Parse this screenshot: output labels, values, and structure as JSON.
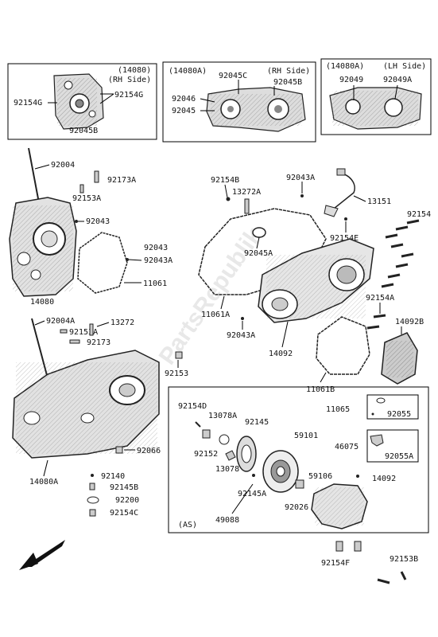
{
  "watermark": "PartsRepublik",
  "boxes": {
    "box1": {
      "ref": "(14080)",
      "side": "(RH Side)"
    },
    "box2": {
      "ref": "(14080A)",
      "side": "(RH Side)"
    },
    "box3": {
      "ref": "(14080A)",
      "side": "(LH Side)"
    },
    "as_box": {
      "tag": "(AS)"
    }
  },
  "labels": {
    "b1_92154G_left": "92154G",
    "b1_92154G_right": "92154G",
    "b1_92045B": "92045B",
    "b2_92045C": "92045C",
    "b2_92045B": "92045B",
    "b2_92046": "92046",
    "b2_92045": "92045",
    "b3_92049": "92049",
    "b3_92049A": "92049A",
    "l_92004": "92004",
    "l_92173A": "92173A",
    "l_92153A": "92153A",
    "l_92043": "92043",
    "l_92043b": "92043",
    "l_92043A": "92043A",
    "l_11061": "11061",
    "l_14080": "14080",
    "m_92154B": "92154B",
    "m_13272A": "13272A",
    "m_92043A_top": "92043A",
    "m_13151": "13151",
    "m_92154": "92154",
    "m_92154E": "92154E",
    "m_92045A": "92045A",
    "m_11061A": "11061A",
    "m_92043A": "92043A",
    "m_14092": "14092",
    "m_92154A": "92154A",
    "m_14092B": "14092B",
    "m_11061B": "11061B",
    "l_92004A": "92004A",
    "l_92153A_2": "92153A",
    "l_13272": "13272",
    "l_92173": "92173",
    "l_92153": "92153",
    "l_92066": "92066",
    "l_14080A": "14080A",
    "l_92140": "92140",
    "l_92145B": "92145B",
    "l_92200": "92200",
    "l_92154C": "92154C",
    "as_92154D": "92154D",
    "as_13078A": "13078A",
    "as_92145": "92145",
    "as_59101": "59101",
    "as_11065": "11065",
    "as_92055": "92055",
    "as_46075": "46075",
    "as_92152": "92152",
    "as_13078": "13078",
    "as_92055A": "92055A",
    "as_59106": "59106",
    "as_14092": "14092",
    "as_92145A": "92145A",
    "as_92026": "92026",
    "as_49088": "49088",
    "b_92154F": "92154F",
    "b_92153B": "92153B"
  }
}
